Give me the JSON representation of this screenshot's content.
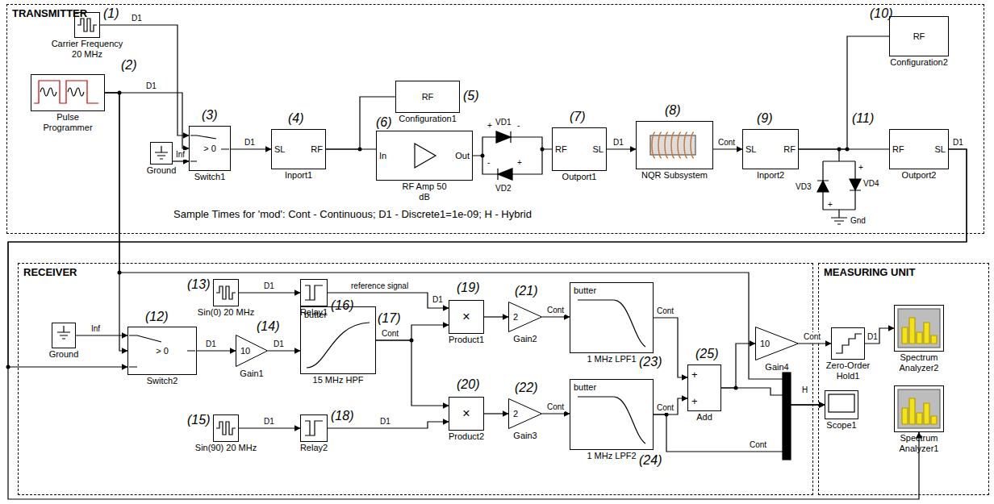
{
  "diagram": {
    "nodes": [
      {
        "text": [
          "TRANSMITTER"
        ]
      },
      {
        "text": [
          "RECEIVER"
        ]
      },
      {
        "text": [
          "MEASURING UNIT"
        ]
      },
      {
        "text": [
          "Carrier Frequency 20 MHz"
        ],
        "in": 0
      },
      {
        "text": [
          "Pulse Programmer"
        ],
        "in": 0
      },
      {
        "text": [
          "Ground"
        ],
        "in": 0
      },
      {
        "text": [
          "> 0",
          "Switch1"
        ],
        "in": 0
      },
      {
        "text": [
          "SL",
          "RF",
          "Inport1"
        ],
        "in": 0
      },
      {
        "text": [
          "RF",
          "Configuration1"
        ],
        "in": 0
      },
      {
        "text": [
          "In",
          "Out",
          "RF Amp 50 dB"
        ],
        "in": 0
      },
      {
        "text": [
          "RF",
          "SL",
          "Outport1"
        ],
        "in": 0
      },
      {
        "text": [
          "NQR Subsystem"
        ],
        "in": 0
      },
      {
        "text": [
          "SL",
          "RF",
          "Inport2"
        ],
        "in": 0
      },
      {
        "text": [
          "RF",
          "Configuration2"
        ],
        "in": 0
      },
      {
        "text": [
          "RF",
          "SL",
          "Outport2"
        ],
        "in": 0
      },
      {
        "text": [
          "Ground"
        ],
        "in": 1
      },
      {
        "text": [
          "> 0",
          "Switch2"
        ],
        "in": 1
      },
      {
        "text": [
          "Sin(0) 20 MHz"
        ],
        "in": 1
      },
      {
        "text": [
          "Relay1"
        ],
        "in": 1
      },
      {
        "text": [
          "10",
          "Gain1"
        ],
        "in": 1
      },
      {
        "text": [
          "butter",
          "15 MHz HPF"
        ],
        "in": 1
      },
      {
        "text": [
          "Sin(90) 20 MHz"
        ],
        "in": 1
      },
      {
        "text": [
          "Relay2"
        ],
        "in": 1
      },
      {
        "text": [
          "×",
          "Product1"
        ],
        "in": 1
      },
      {
        "text": [
          "×",
          "Product2"
        ],
        "in": 1
      },
      {
        "text": [
          "2",
          "Gain2"
        ],
        "in": 1
      },
      {
        "text": [
          "2",
          "Gain3"
        ],
        "in": 1
      },
      {
        "text": [
          "butter",
          "1 MHz LPF1"
        ],
        "in": 1
      },
      {
        "text": [
          "butter",
          "1 MHz LPF2"
        ],
        "in": 1
      },
      {
        "text": [
          "+",
          "+",
          "Add"
        ],
        "in": 1
      },
      {
        "text": [
          "10",
          "Gain4"
        ],
        "in": 1
      },
      {
        "text": [
          "Zero-Order Hold1"
        ],
        "in": 2
      },
      {
        "text": [
          "Spectrum Analyzer2"
        ],
        "in": 2
      },
      {
        "text": [
          "Scope1"
        ],
        "in": 2
      },
      {
        "text": [
          "Spectrum Analyzer1"
        ],
        "in": 2
      }
    ],
    "edges": [
      {
        "from": 3,
        "to": 6,
        "arrow": "to",
        "label": "D1"
      },
      {
        "from": 4,
        "to": 6,
        "arrow": "to",
        "label": "D1"
      },
      {
        "from": 5,
        "to": 6,
        "arrow": "to",
        "label": "Inf"
      },
      {
        "from": 6,
        "to": 7,
        "arrow": "to",
        "label": "D1"
      },
      {
        "from": 7,
        "to": 9,
        "arrow": "none"
      },
      {
        "from": 7,
        "to": 8,
        "arrow": "none"
      },
      {
        "from": 9,
        "to": 10,
        "arrow": "none"
      },
      {
        "from": 10,
        "to": 11,
        "arrow": "to",
        "label": "D1"
      },
      {
        "from": 11,
        "to": 12,
        "arrow": "to",
        "label": "Cont"
      },
      {
        "from": 12,
        "to": 14,
        "arrow": "none"
      },
      {
        "from": 12,
        "to": 13,
        "arrow": "none"
      },
      {
        "from": 14,
        "to": 16,
        "arrow": "to",
        "label": "D1"
      },
      {
        "from": 14,
        "to": 34,
        "arrow": "to"
      },
      {
        "from": 4,
        "to": 16,
        "arrow": "to"
      },
      {
        "from": 4,
        "to": 33,
        "arrow": "to"
      },
      {
        "from": 15,
        "to": 16,
        "arrow": "to",
        "label": "Inf"
      },
      {
        "from": 16,
        "to": 19,
        "arrow": "to",
        "label": "D1"
      },
      {
        "from": 19,
        "to": 20,
        "arrow": "to",
        "label": "D1"
      },
      {
        "from": 17,
        "to": 18,
        "arrow": "to",
        "label": "D1"
      },
      {
        "from": 21,
        "to": 22,
        "arrow": "to",
        "label": "D1"
      },
      {
        "from": 18,
        "to": 23,
        "arrow": "to",
        "label": "reference signal"
      },
      {
        "from": 22,
        "to": 24,
        "arrow": "to",
        "label": "D1"
      },
      {
        "from": 20,
        "to": 23,
        "arrow": "to",
        "label": "Cont"
      },
      {
        "from": 20,
        "to": 24,
        "arrow": "to"
      },
      {
        "from": 23,
        "to": 25,
        "arrow": "to"
      },
      {
        "from": 24,
        "to": 26,
        "arrow": "to"
      },
      {
        "from": 25,
        "to": 27,
        "arrow": "to",
        "label": "Cont"
      },
      {
        "from": 26,
        "to": 28,
        "arrow": "to",
        "label": "Cont"
      },
      {
        "from": 27,
        "to": 29,
        "arrow": "to",
        "label": "Cont"
      },
      {
        "from": 28,
        "to": 29,
        "arrow": "to",
        "label": "Cont"
      },
      {
        "from": 29,
        "to": 30,
        "arrow": "to"
      },
      {
        "from": 29,
        "to": 33,
        "arrow": "to"
      },
      {
        "from": 28,
        "to": 33,
        "arrow": "to",
        "label": "Cont"
      },
      {
        "from": 30,
        "to": 31,
        "arrow": "to",
        "label": "Cont"
      },
      {
        "from": 31,
        "to": 32,
        "arrow": "to",
        "label": "D1"
      }
    ],
    "labels": [
      "(1)",
      "(2)",
      "(3)",
      "(4)",
      "(5)",
      "(6)",
      "(7)",
      "(8)",
      "(9)",
      "(10)",
      "(11)",
      "(12)",
      "(13)",
      "(14)",
      "(15)",
      "(16)",
      "(17)",
      "(18)",
      "(19)",
      "(20)",
      "(21)",
      "(22)",
      "(23)",
      "(24)",
      "(25)",
      "Sample Times for 'mod': Cont - Continuous; D1 - Discrete1=1e-09; H - Hybrid",
      "VD1",
      "VD2",
      "VD3",
      "VD4",
      "Gnd",
      "+",
      "-",
      "-",
      "+",
      "D1",
      "H",
      "+",
      "+"
    ]
  }
}
